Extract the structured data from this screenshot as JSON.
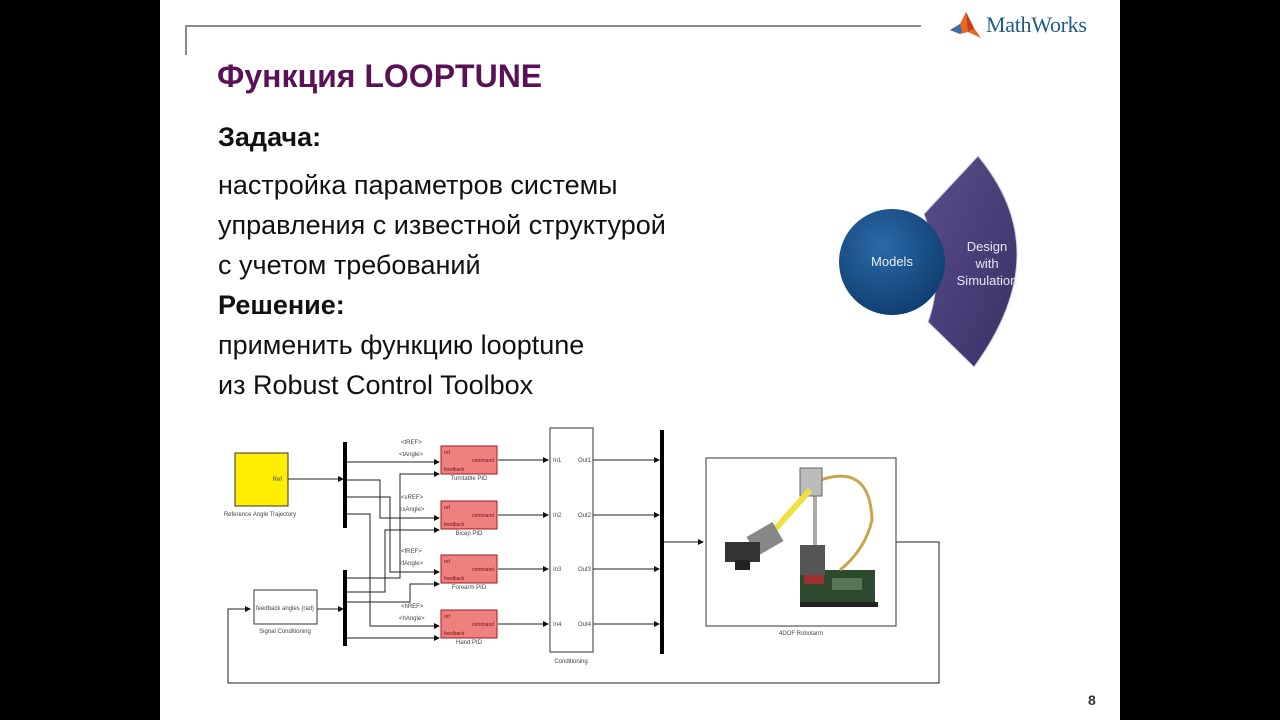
{
  "brand": {
    "logo_text": "MathWorks",
    "logo_icon": "membrane-logo-icon"
  },
  "slide": {
    "title": "Функция LOOPTUNE",
    "task_heading": "Задача:",
    "task_lines": [
      "настройка параметров системы",
      "управления с известной структурой",
      "с учетом требований"
    ],
    "solution_heading": "Решение:",
    "solution_lines": [
      "применить функцию looptune",
      "из Robust Control Toolbox"
    ],
    "page_number": "8"
  },
  "graphic": {
    "circle_label": "Models",
    "fan_label_lines": [
      "Design",
      "with",
      "Simulation"
    ]
  },
  "diagram": {
    "reference_block": {
      "label": "Reference Angle Trajectory",
      "port": "Ref"
    },
    "signal_conditioning": {
      "label": "Signal Conditioning",
      "text": "feedback angles (rad)"
    },
    "pid_blocks": [
      {
        "name": "Turntable PID",
        "ref_signal": "<tREF>",
        "fb_signal": "<tAngle>",
        "in1": "ref",
        "in2": "feedback",
        "out": "command"
      },
      {
        "name": "Bicep PID",
        "ref_signal": "<sREF>",
        "fb_signal": "<sAngle>",
        "in1": "ref",
        "in2": "feedback",
        "out": "command"
      },
      {
        "name": "Forearm PID",
        "ref_signal": "<fREF>",
        "fb_signal": "<fAngle>",
        "in1": "ref",
        "in2": "feedback",
        "out": "command"
      },
      {
        "name": "Hand PID",
        "ref_signal": "<hREF>",
        "fb_signal": "<hAngle>",
        "in1": "ref",
        "in2": "feedback",
        "out": "command"
      }
    ],
    "conditioning": {
      "label": "Conditioning",
      "inputs": [
        "In1",
        "In2",
        "In3",
        "In4"
      ],
      "outputs": [
        "Out1",
        "Out2",
        "Out3",
        "Out4"
      ]
    },
    "plant": {
      "label": "4DOF Robotarm"
    },
    "colors": {
      "pid_fill": "#f08080",
      "pid_border": "#a01818",
      "ref_fill": "#ffee00"
    }
  }
}
